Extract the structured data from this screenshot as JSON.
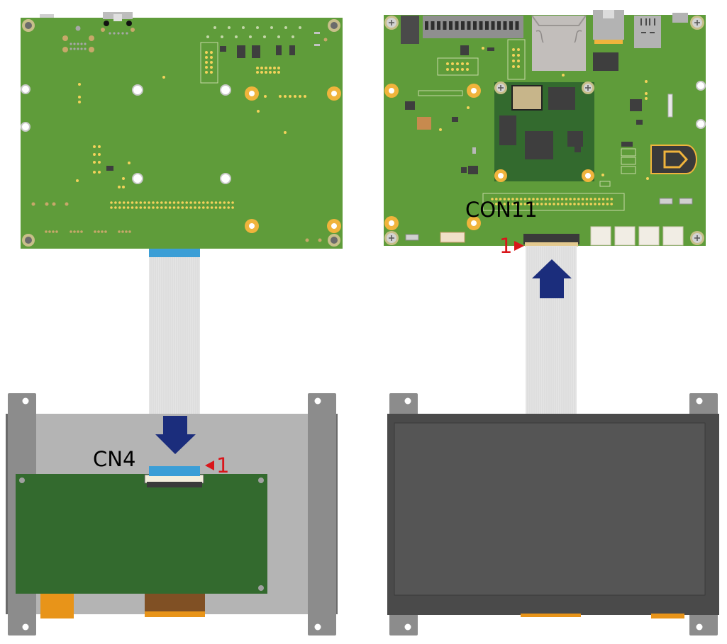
{
  "labels": {
    "cn4": "CN4",
    "con11": "CON11",
    "pin1_left": "1",
    "pin1_right": "1"
  },
  "colors": {
    "pcb_green": "#5f9c3a",
    "module_green": "#336a2e",
    "gold": "#f0b43c",
    "ribbon": "#e4e4e4",
    "ribbon_tab": "#3b9ed6",
    "arrow_navy": "#1b2d7c",
    "pin_red": "#d9161b",
    "display_back_gray": "#b4b4b4",
    "bracket_gray": "#8c8c8c",
    "panel_dark": "#4a4a4a",
    "panel_screen": "#555555",
    "tape_orange": "#e89419",
    "tape_brown": "#805024"
  },
  "icons": [
    "arrow-down-icon",
    "arrow-up-icon",
    "pin1-marker-icon"
  ]
}
